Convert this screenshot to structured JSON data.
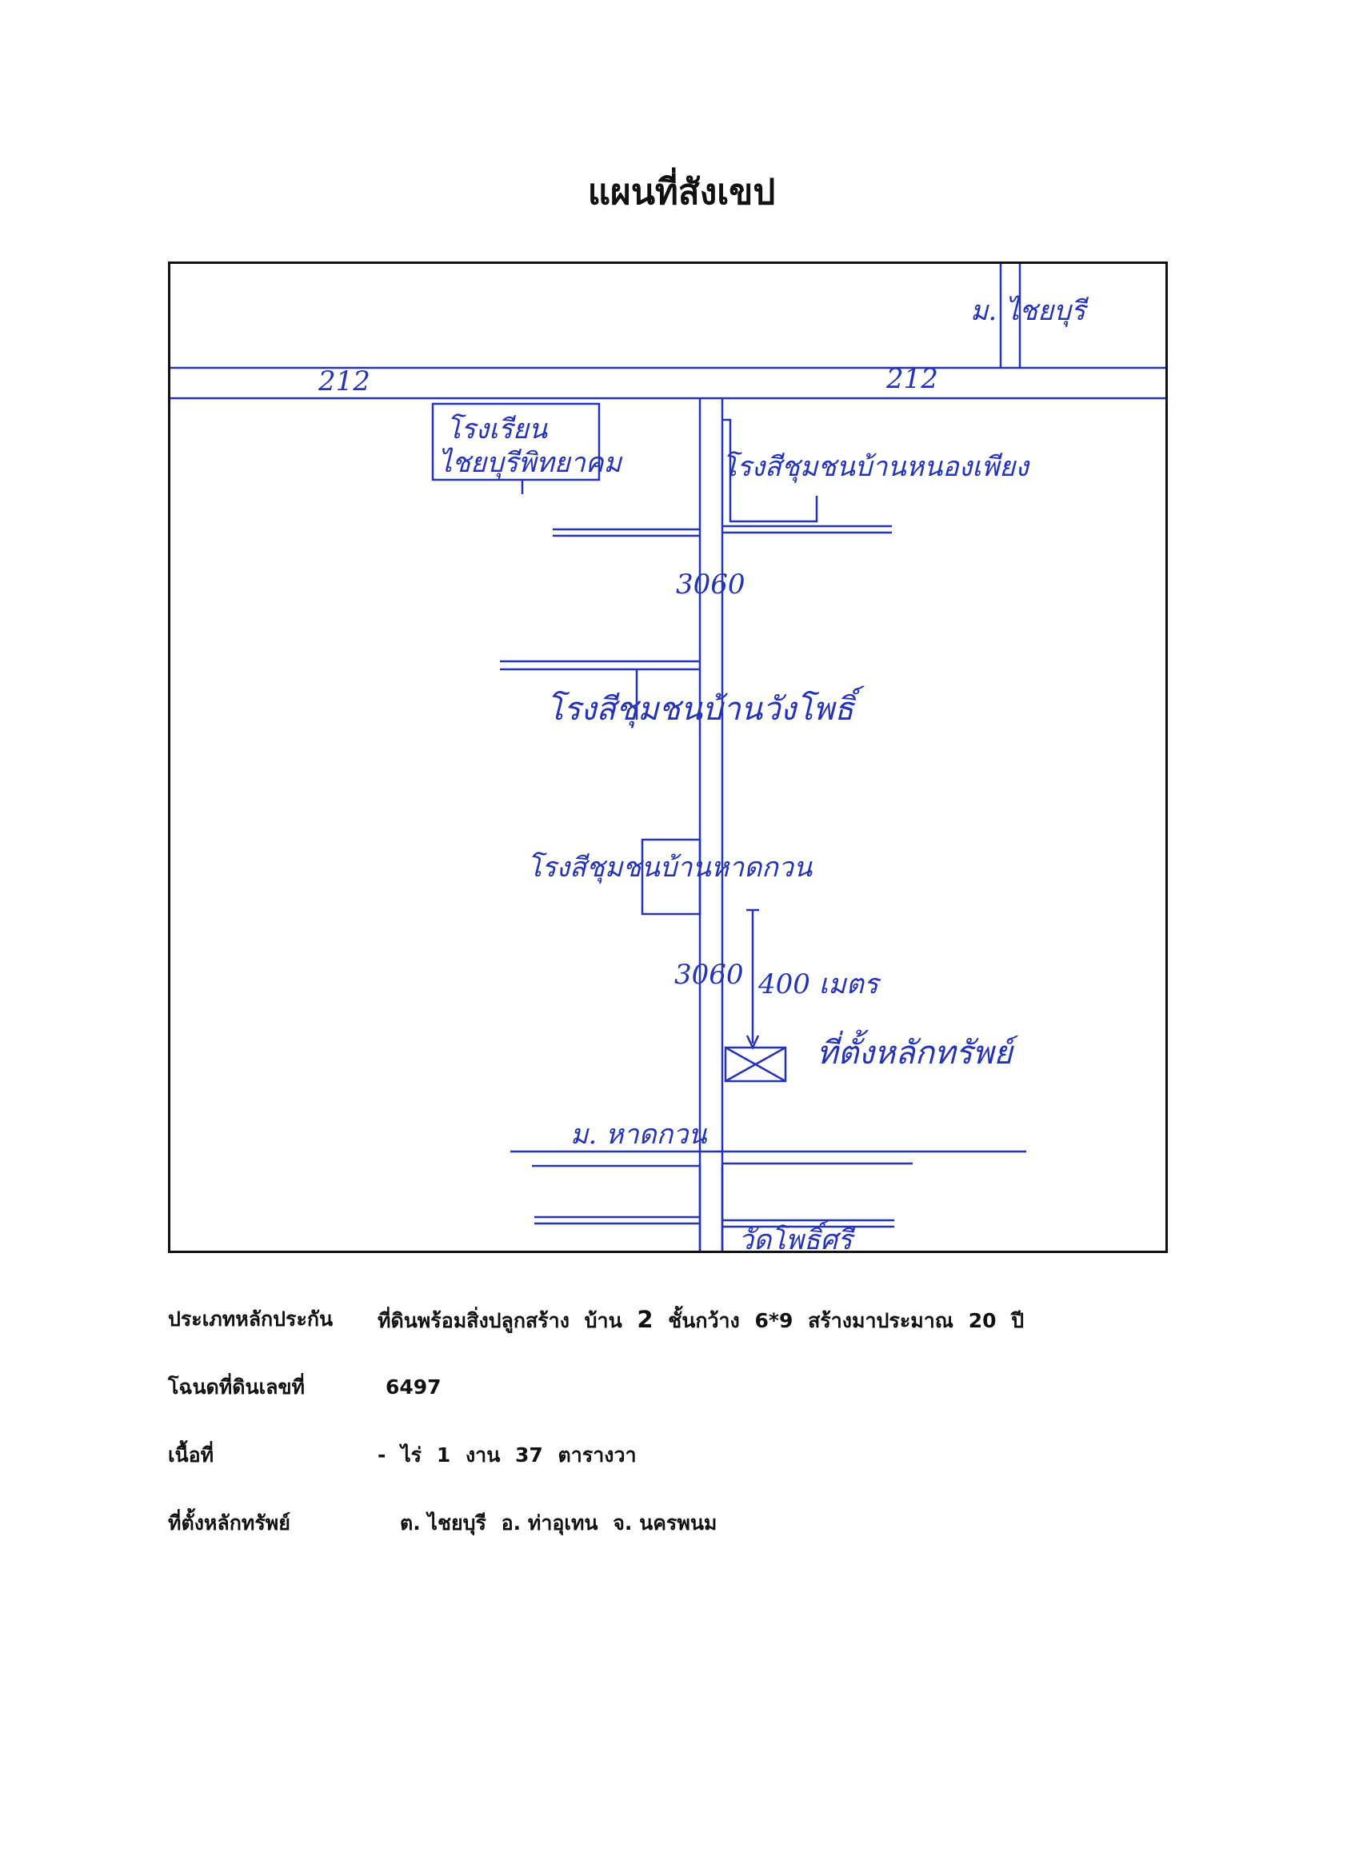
{
  "document": {
    "title": "แผนที่สังเขป"
  },
  "map": {
    "labels": {
      "village_top": "ม. ไชยบุรี",
      "road_left": "212",
      "road_right": "212",
      "school_line1": "โรงเรียน",
      "school_line2": "ไชยบุรีพิทยาคม",
      "rice_mill_1": "โรงสีชุมชนบ้านหนองเพียง",
      "road_number_1": "3060",
      "rice_mill_2": "โรงสีชุมชนบ้านวังโพธิ์",
      "rice_mill_3": "โรงสีชุมชนบ้านหาดกวน",
      "road_number_2": "3060",
      "distance": "400 เมตร",
      "collateral": "ที่ตั้งหลักทรัพย์",
      "village_bottom": "ม. หาดกวน",
      "temple": "วัดโพธิ์ศรี"
    },
    "colors": {
      "ink": "#2433b8",
      "frame": "#111111"
    }
  },
  "info": {
    "collateral_type": {
      "label": "ประเภทหลักประกัน",
      "desc": "ที่ดินพร้อมสิ่งปลูกสร้าง",
      "house": "บ้าน",
      "floors": "2",
      "floors_suffix": "ชั้นกว้าง",
      "size": "6*9",
      "built_prefix": "สร้างมาประมาณ",
      "years": "20",
      "years_unit": "ปี"
    },
    "deed": {
      "label": "โฉนดที่ดินเลขที่",
      "number": "6497"
    },
    "area": {
      "label": "เนื้อที่",
      "rai": "-",
      "rai_unit": "ไร่",
      "ngan": "1",
      "ngan_unit": "งาน",
      "wa": "37",
      "wa_unit": "ตารางวา"
    },
    "location": {
      "label": "ที่ตั้งหลักทรัพย์",
      "tambon": "ต. ไชยบุรี",
      "amphoe": "อ. ท่าอุเทน",
      "changwat": "จ. นครพนม"
    }
  }
}
